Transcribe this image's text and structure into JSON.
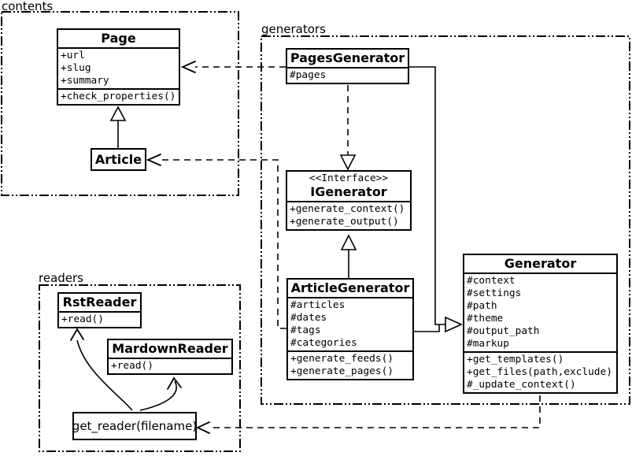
{
  "diagram": {
    "type": "uml-class-diagram",
    "colors": {
      "line": "#000000",
      "background": "#ffffff",
      "box_fill": "#ffffff"
    }
  },
  "packages": {
    "contents": {
      "label": "contents"
    },
    "generators": {
      "label": "generators"
    },
    "readers": {
      "label": "readers"
    }
  },
  "classes": {
    "page": {
      "name": "Page",
      "attributes": [
        "+url",
        "+slug",
        "+summary"
      ],
      "methods": [
        "+check_properties()"
      ]
    },
    "article": {
      "name": "Article"
    },
    "pages_generator": {
      "name": "PagesGenerator",
      "attributes": [
        "#pages"
      ]
    },
    "igenerator": {
      "stereotype": "<<Interface>>",
      "name": "IGenerator",
      "methods": [
        "+generate_context()",
        "+generate_output()"
      ]
    },
    "article_generator": {
      "name": "ArticleGenerator",
      "attributes": [
        "#articles",
        "#dates",
        "#tags",
        "#categories"
      ],
      "methods": [
        "+generate_feeds()",
        "+generate_pages()"
      ]
    },
    "generator": {
      "name": "Generator",
      "attributes": [
        "#context",
        "#settings",
        "#path",
        "#theme",
        "#output_path",
        "#markup"
      ],
      "methods": [
        "+get_templates()",
        "+get_files(path,exclude)",
        "#_update_context()"
      ]
    },
    "rst_reader": {
      "name": "RstReader",
      "methods": [
        "+read()"
      ]
    },
    "mardown_reader": {
      "name": "MardownReader",
      "methods": [
        "+read()"
      ]
    },
    "get_reader": {
      "label": "get_reader(filename)"
    }
  }
}
